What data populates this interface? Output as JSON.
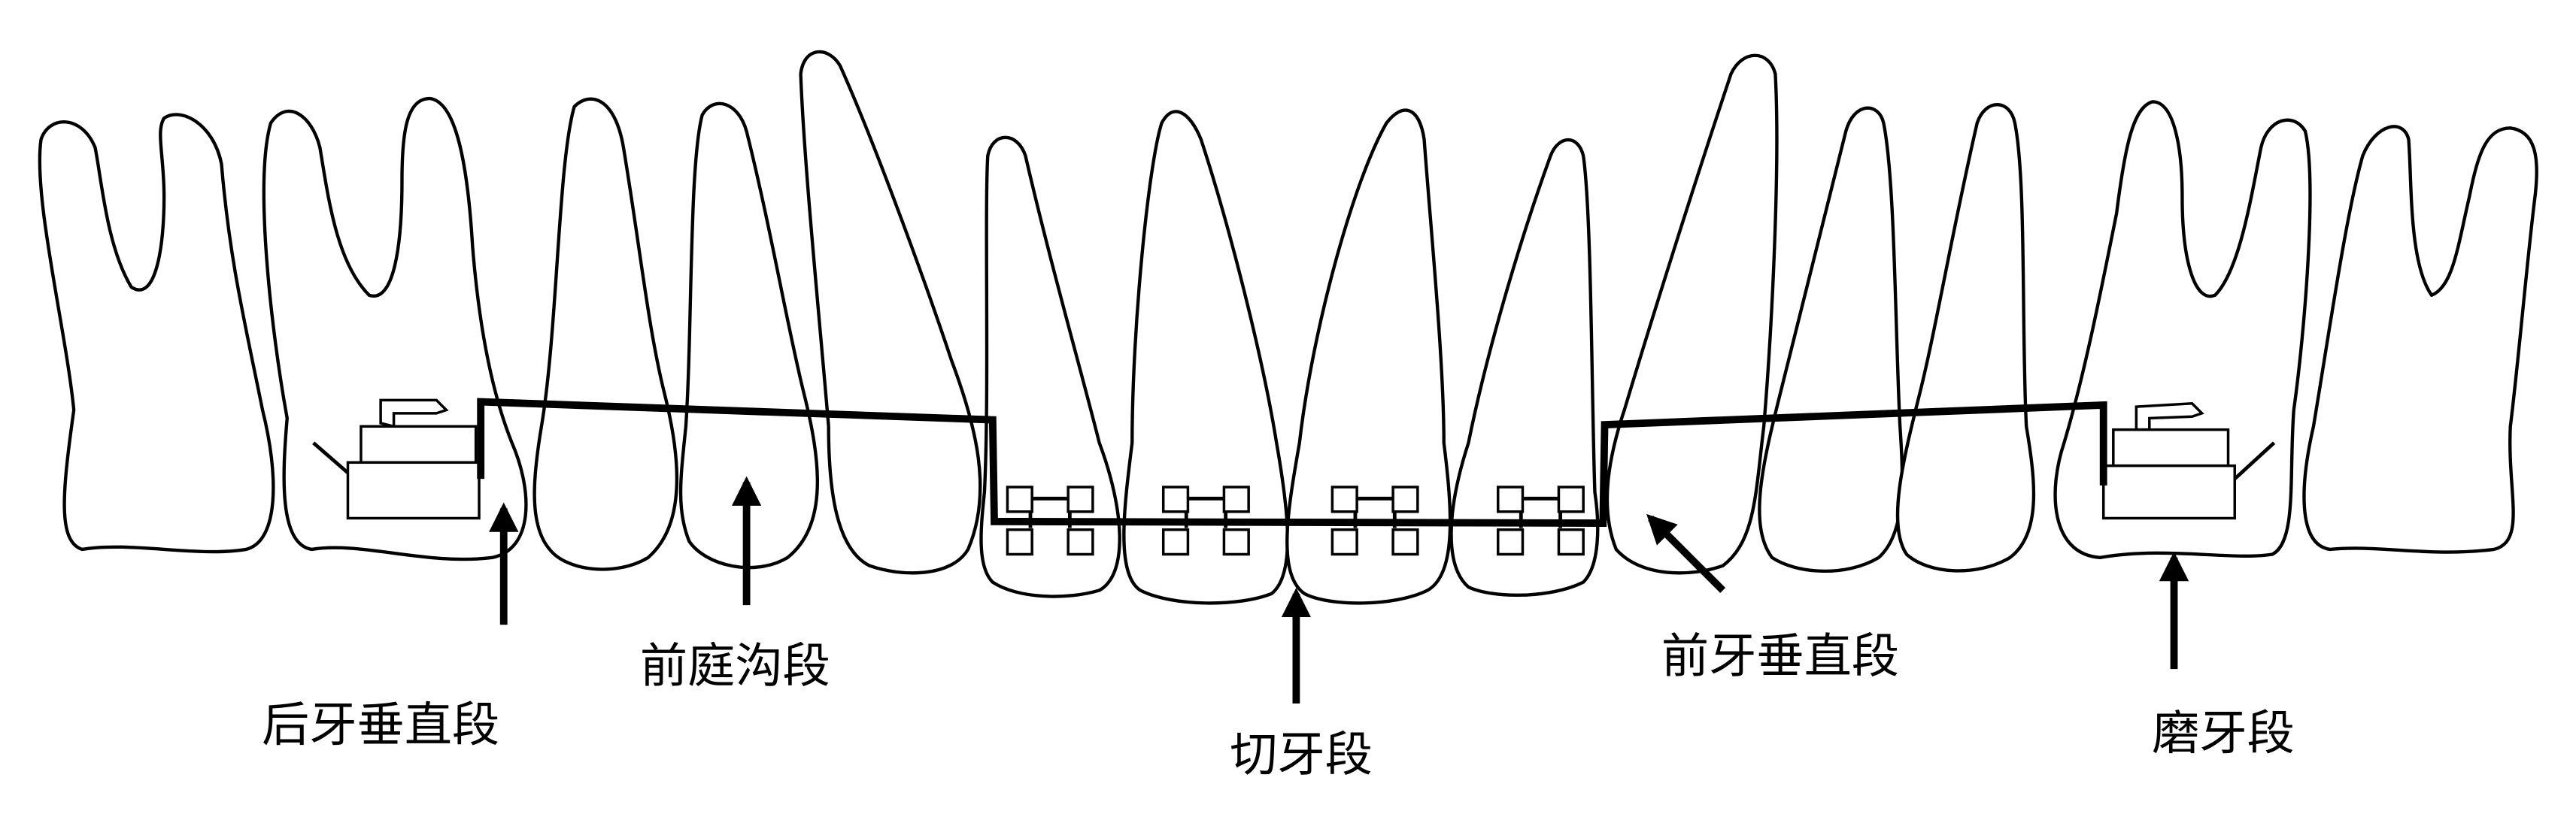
{
  "labels": {
    "posterior_vertical": "后牙垂直段",
    "vestibular_segment": "前庭沟段",
    "incisor_segment": "切牙段",
    "anterior_vertical": "前牙垂直段",
    "molar_segment": "磨牙段"
  },
  "colors": {
    "line": "#000000",
    "background": "#ffffff"
  }
}
